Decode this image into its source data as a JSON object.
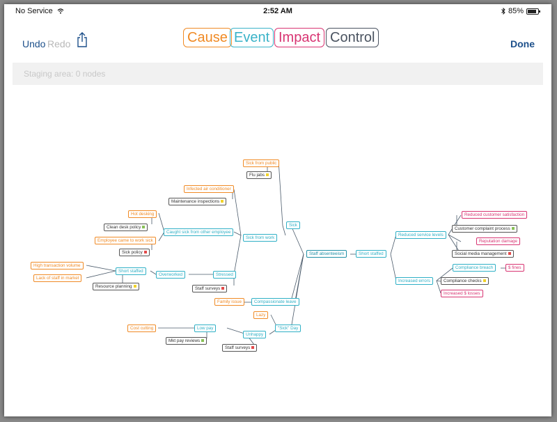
{
  "status": {
    "carrier": "No Service",
    "time": "2:52 AM",
    "battery": "85%",
    "battery_fraction": 0.85
  },
  "toolbar": {
    "undo": "Undo",
    "redo": "Redo",
    "done": "Done",
    "types": {
      "cause": "Cause",
      "event": "Event",
      "impact": "Impact",
      "control": "Control"
    }
  },
  "staging": "Staging area: 0 nodes",
  "colors": {
    "cause": "#f08a24",
    "event": "#3ab3c8",
    "impact": "#d83472",
    "control": "#4a5360",
    "indicator_green": "#88c057",
    "indicator_yellow": "#f1d22a",
    "indicator_red": "#e24a4a"
  },
  "map": {
    "root": "Staff absenteeism",
    "nodes": {
      "sick_from_public": "Sick from public",
      "flu_jabs": "Flu jabs",
      "infected_ac": "Infected air conditioner",
      "maintenance": "Maintenance inspections",
      "hot_desking": "Hot desking",
      "clean_desk": "Clean desk policy",
      "caught_sick": "Caught sick from other employee",
      "sick_from_work": "Sick from work",
      "sick": "Sick",
      "employee_sick": "Employee came to work sick",
      "sick_policy": "Sick policy",
      "high_tx": "High transaction volume",
      "lack_staff": "Lack of staff in market",
      "short_staffed_left": "Short staffed",
      "overworked": "Overworked",
      "resource_planning": "Resource planning",
      "stressed": "Stressed",
      "staff_surveys1": "Staff surveys",
      "family_issue": "Family issue",
      "compassionate": "Compassionate leave",
      "lazy": "Lazy",
      "sick_day": "\"Sick\" Day",
      "cost_cutting": "Cost cutting",
      "low_pay": "Low pay",
      "unhappy": "Unhappy",
      "mkt_pay": "Mkt pay reviews",
      "staff_surveys2": "Staff surveys",
      "short_staffed_right": "Short staffed",
      "reduced_service": "Reduced service levels",
      "increased_errors": "Increased errors",
      "reduced_cs": "Reduced customer satisfaction",
      "complaint_process": "Customer complaint process",
      "reputation": "Reputation damage",
      "social_media": "Social media management",
      "compliance_breach": "Compliance breach",
      "fines": "$ fines",
      "compliance_checks": "Compliance checks",
      "increased_losses": "Increased $ losses"
    }
  }
}
